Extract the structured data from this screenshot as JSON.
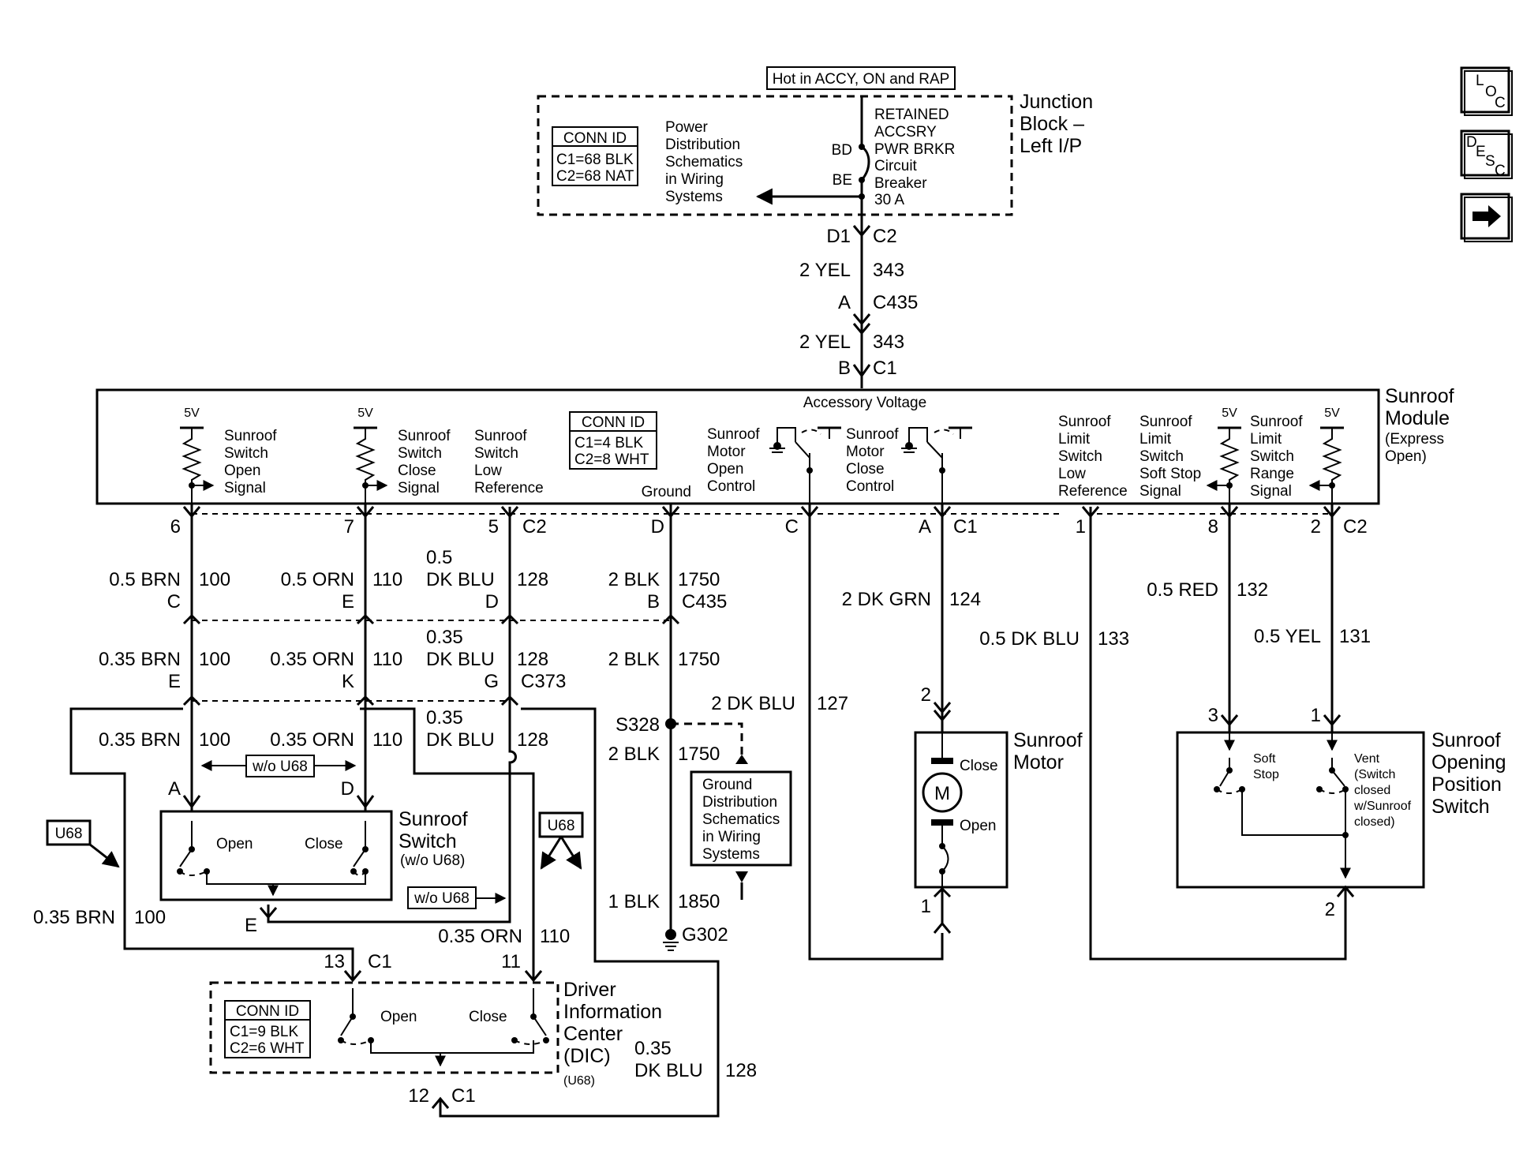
{
  "hot_label": "Hot in ACCY, ON and RAP",
  "junction_block": {
    "title_lines": [
      "Junction",
      "Block –",
      "Left I/P"
    ],
    "conn_id": {
      "title": "CONN ID",
      "lines": [
        "C1=68 BLK",
        "C2=68 NAT"
      ]
    },
    "power_ref_lines": [
      "Power",
      "Distribution",
      "Schematics",
      "in Wiring",
      "Systems"
    ],
    "breaker_lines": [
      "RETAINED",
      "ACCSRY",
      "PWR BRKR",
      "Circuit",
      "Breaker",
      "30 A"
    ],
    "pin_top": "BD",
    "pin_bottom": "BE"
  },
  "feed": {
    "conn1_pin": "D1",
    "conn1_name": "C2",
    "wire1_color": "2 YEL",
    "wire1_circuit": "343",
    "conn2_pin": "A",
    "conn2_name": "C435",
    "wire2_color": "2 YEL",
    "wire2_circuit": "343",
    "conn3_pin": "B",
    "conn3_name": "C1"
  },
  "module": {
    "title_lines": [
      "Sunroof",
      "Module"
    ],
    "subtitle_lines": [
      "(Express",
      "Open)"
    ],
    "accessory_voltage": "Accessory Voltage",
    "conn_id": {
      "title": "CONN ID",
      "lines": [
        "C1=4 BLK",
        "C2=8 WHT"
      ]
    },
    "supply_5v": "5V",
    "ground_label": "Ground",
    "open_signal_lines": [
      "Sunroof",
      "Switch",
      "Open",
      "Signal"
    ],
    "close_signal_lines": [
      "Sunroof",
      "Switch",
      "Close",
      "Signal"
    ],
    "low_ref_lines": [
      "Sunroof",
      "Switch",
      "Low",
      "Reference"
    ],
    "motor_open_lines": [
      "Sunroof",
      "Motor",
      "Open",
      "Control"
    ],
    "motor_close_lines": [
      "Sunroof",
      "Motor",
      "Close",
      "Control"
    ],
    "limit_low_ref_lines": [
      "Sunroof",
      "Limit",
      "Switch",
      "Low",
      "Reference"
    ],
    "limit_softstop_lines": [
      "Sunroof",
      "Limit",
      "Switch",
      "Soft Stop",
      "Signal"
    ],
    "limit_range_lines": [
      "Sunroof",
      "Limit",
      "Switch",
      "Range",
      "Signal"
    ],
    "pins": {
      "p6": "6",
      "p7": "7",
      "p5": "5",
      "c2a": "C2",
      "pD": "D",
      "pC": "C",
      "pA": "A",
      "c1": "C1",
      "p1": "1",
      "p8": "8",
      "p2": "2",
      "c2b": "C2"
    }
  },
  "wires": {
    "w100_color": "0.5 BRN",
    "w100_circuit": "100",
    "w110_color": "0.5 ORN",
    "w110_circuit": "110",
    "w128_size": "0.5",
    "w128_color": "DK BLU",
    "w128_circuit": "128",
    "w1750_color": "2 BLK",
    "w1750_circuit": "1750",
    "w124_color": "2 DK GRN",
    "w124_circuit": "124",
    "w133_color": "0.5 DK BLU",
    "w133_circuit": "133",
    "w132_color": "0.5 RED",
    "w132_circuit": "132",
    "w131_color": "0.5 YEL",
    "w131_circuit": "131",
    "c435": {
      "pin_C": "C",
      "pin_E": "E",
      "pin_D": "D",
      "pin_B": "B",
      "name": "C435"
    },
    "low_100_color": "0.35 BRN",
    "low_110_color": "0.35 ORN",
    "low_128_size": "0.35",
    "low_128_color": "DK BLU",
    "c373": {
      "pin_E": "E",
      "pin_K": "K",
      "pin_G": "G",
      "name": "C373"
    },
    "w127_color": "2 DK BLU",
    "w127_circuit": "127",
    "splice": "S328",
    "w1850_color": "1 BLK",
    "w1850_circuit": "1850",
    "ground_name": "G302",
    "ground_ref_lines": [
      "Ground",
      "Distribution",
      "Schematics",
      "in Wiring",
      "Systems"
    ]
  },
  "switch": {
    "title_lines": [
      "Sunroof",
      "Switch"
    ],
    "subtitle": "(w/o U68)",
    "pin_A": "A",
    "pin_D": "D",
    "pin_E": "E",
    "open": "Open",
    "close": "Close",
    "wo_u68": "w/o U68",
    "u68": "U68"
  },
  "dic": {
    "title_lines": [
      "Driver",
      "Information",
      "Center",
      "(DIC)"
    ],
    "subtitle": "(U68)",
    "conn_id": {
      "title": "CONN ID",
      "lines": [
        "C1=9 BLK",
        "C2=6 WHT"
      ]
    },
    "open": "Open",
    "close": "Close",
    "pin_13": "13",
    "pin_11": "11",
    "pin_12": "12",
    "conn": "C1",
    "w100_color": "0.35 BRN",
    "w100_circuit": "100",
    "w110_color": "0.35 ORN",
    "w110_circuit": "110",
    "w128_size": "0.35",
    "w128_color": "DK BLU",
    "w128_circuit": "128"
  },
  "motor": {
    "title_lines": [
      "Sunroof",
      "Motor"
    ],
    "symbol": "M",
    "close": "Close",
    "open": "Open",
    "pin_top": "2",
    "pin_bottom": "1"
  },
  "position_switch": {
    "title_lines": [
      "Sunroof",
      "Opening",
      "Position",
      "Switch"
    ],
    "soft_stop_lines": [
      "Soft",
      "Stop"
    ],
    "vent_lines": [
      "Vent",
      "(Switch",
      "closed",
      "w/Sunroof",
      "closed)"
    ],
    "pin_3": "3",
    "pin_1": "1",
    "pin_2": "2"
  },
  "nav": {
    "loc": [
      "L",
      "O",
      "C"
    ],
    "desc": [
      "D",
      "E",
      "S",
      "C"
    ]
  }
}
